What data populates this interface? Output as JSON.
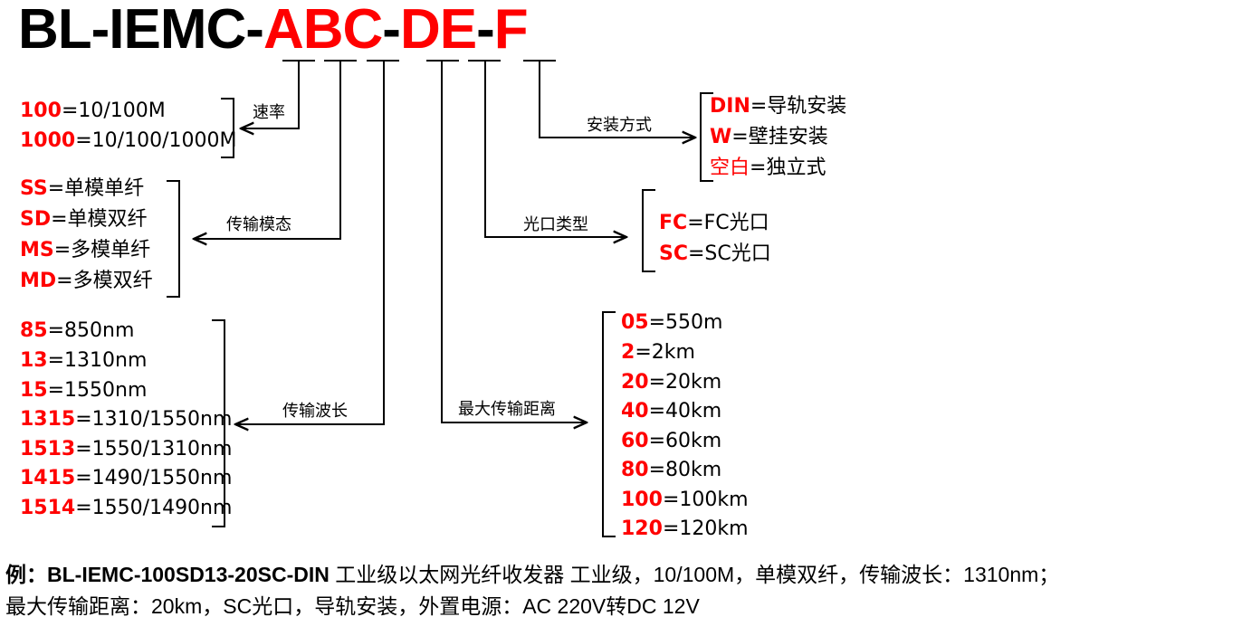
{
  "title": {
    "prefix": "BL-IEMC-",
    "seg_a": "A",
    "seg_b": "B",
    "seg_c": "C",
    "dash1": "-",
    "seg_d": "D",
    "seg_e": "E",
    "dash2": "-",
    "seg_f": "F"
  },
  "colors": {
    "accent": "#ff0000",
    "text": "#000000",
    "line": "#000000"
  },
  "groups": {
    "speed": {
      "label": "速率",
      "options": [
        {
          "code": "100",
          "desc": "=10/100M"
        },
        {
          "code": "1000",
          "desc": "=10/100/1000M"
        }
      ]
    },
    "mode": {
      "label": "传输模态",
      "options": [
        {
          "code": "SS",
          "desc": "=单模单纤"
        },
        {
          "code": "SD",
          "desc": "=单模双纤"
        },
        {
          "code": "MS",
          "desc": "=多模单纤"
        },
        {
          "code": "MD",
          "desc": "=多模双纤"
        }
      ]
    },
    "wavelength": {
      "label": "传输波长",
      "options": [
        {
          "code": "85",
          "desc": "=850nm"
        },
        {
          "code": "13",
          "desc": "=1310nm"
        },
        {
          "code": "15",
          "desc": "=1550nm"
        },
        {
          "code": "1315",
          "desc": "=1310/1550nm"
        },
        {
          "code": "1513",
          "desc": "=1550/1310nm"
        },
        {
          "code": "1415",
          "desc": "=1490/1550nm"
        },
        {
          "code": "1514",
          "desc": "=1550/1490nm"
        }
      ]
    },
    "distance": {
      "label": "最大传输距离",
      "options": [
        {
          "code": "05",
          "desc": "=550m"
        },
        {
          "code": "2",
          "desc": "=2km"
        },
        {
          "code": "20",
          "desc": "=20km"
        },
        {
          "code": "40",
          "desc": "=40km"
        },
        {
          "code": "60",
          "desc": "=60km"
        },
        {
          "code": "80",
          "desc": "=80km"
        },
        {
          "code": "100",
          "desc": "=100km"
        },
        {
          "code": "120",
          "desc": "=120km"
        }
      ]
    },
    "port": {
      "label": "光口类型",
      "options": [
        {
          "code": "FC",
          "desc": "=FC光口"
        },
        {
          "code": "SC",
          "desc": "=SC光口"
        }
      ]
    },
    "mount": {
      "label": "安装方式",
      "options": [
        {
          "code": "DIN",
          "desc": "=导轨安装"
        },
        {
          "code": "W",
          "desc": "=壁挂安装"
        },
        {
          "code": "空白",
          "desc": "=独立式"
        }
      ]
    }
  },
  "example": {
    "prefix": "例：",
    "model": "BL-IEMC-100SD13-20SC-DIN",
    "line1_rest": " 工业级以太网光纤收发器  工业级，10/100M，单模双纤，传输波长：1310nm；",
    "line2": "最大传输距离：20km，SC光口，导轨安装，外置电源：AC 220V转DC 12V"
  }
}
